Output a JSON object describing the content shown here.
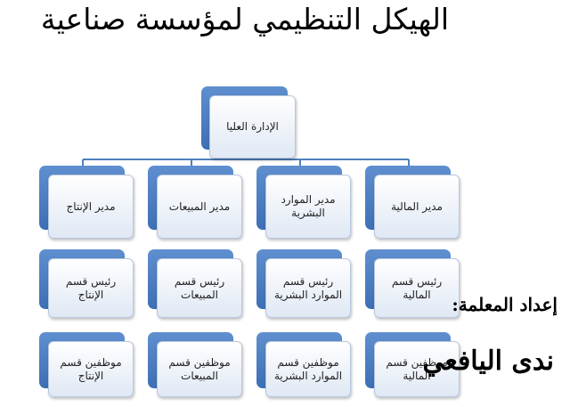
{
  "title": "الهيكل التنظيمي لمؤسسة صناعية",
  "top": "الإدارة العليا",
  "columns": [
    {
      "manager": "مدير الإنتاج",
      "head": "رئيس قسم الإنتاج",
      "staff": "موظفين قسم الإنتاج"
    },
    {
      "manager": "مدير المبيعات",
      "head": "رئيس قسم المبيعات",
      "staff": "موظفين قسم المبيعات"
    },
    {
      "manager": "مدير الموارد البشرية",
      "head": "رئيس قسم الموارد البشرية",
      "staff": "موظفين قسم الموارد البشرية"
    },
    {
      "manager": "مدير المالية",
      "head": "رئيس قسم المالية",
      "staff": "موظفين قسم المالية"
    }
  ],
  "credit": {
    "prepared_by": "إعداد المعلمة:",
    "teacher": "ندى اليافعي"
  },
  "colors": {
    "box_back": "#4a7bbf",
    "connector": "#4f81bd",
    "box_front": "#ffffff"
  }
}
